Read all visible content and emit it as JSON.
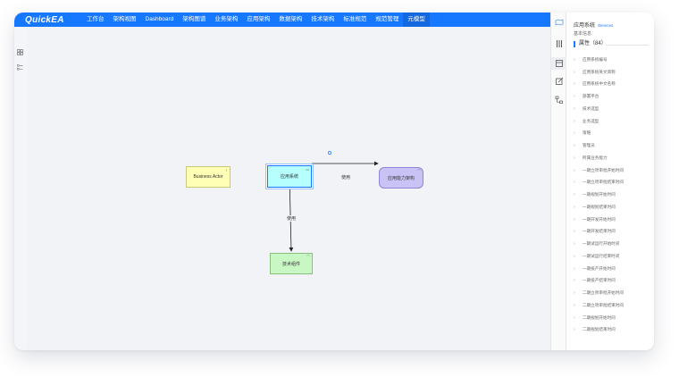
{
  "app": {
    "logo": "QuickEA"
  },
  "nav": {
    "items": [
      "工作台",
      "架构视图",
      "Dashboard",
      "架构图谱",
      "业务架构",
      "应用架构",
      "数据架构",
      "技术架构",
      "标准规范",
      "规范管理",
      "元模型"
    ],
    "active_index": 10
  },
  "colors": {
    "brand": "#1677ff"
  },
  "canvas": {
    "nodes": {
      "business_actor": {
        "label": "Business Actor",
        "icon": "actor-icon"
      },
      "app_system": {
        "label": "应用系统",
        "icon": "component-icon"
      },
      "app_capability": {
        "label": "应用能力架构",
        "icon": "capability-icon"
      },
      "tech_component": {
        "label": "技术组件",
        "icon": "capability-icon"
      }
    },
    "edges": {
      "to_capability": "使用",
      "to_tech": "使用"
    }
  },
  "toolbar": {
    "icons": [
      "map-icon",
      "columns-icon",
      "panel-icon",
      "edit-icon",
      "tree-icon"
    ]
  },
  "panel": {
    "title": "应用系统",
    "subtitle": "Services",
    "base_info": "基本信息",
    "attributes_header": "属性（84）",
    "attributes": [
      "应用系统编号",
      "应用系统英文简称",
      "应用系统中文名称",
      "部署平台",
      "技术选型",
      "业务选型",
      "策略",
      "管理员",
      "所属业务能力",
      "一期立项审批开始时间",
      "一期立项审批结束时间",
      "一期规划开始时间",
      "一期规划结束时间",
      "一期开发开始时间",
      "一期开发结束时间",
      "一期试运行开始时间",
      "一期试运行结束时间",
      "一期投产开始时间",
      "一期投产结束时间",
      "二期立项审批开始时间",
      "二期立项审批结束时间",
      "二期规划开始时间",
      "二期规划结束时间"
    ]
  }
}
